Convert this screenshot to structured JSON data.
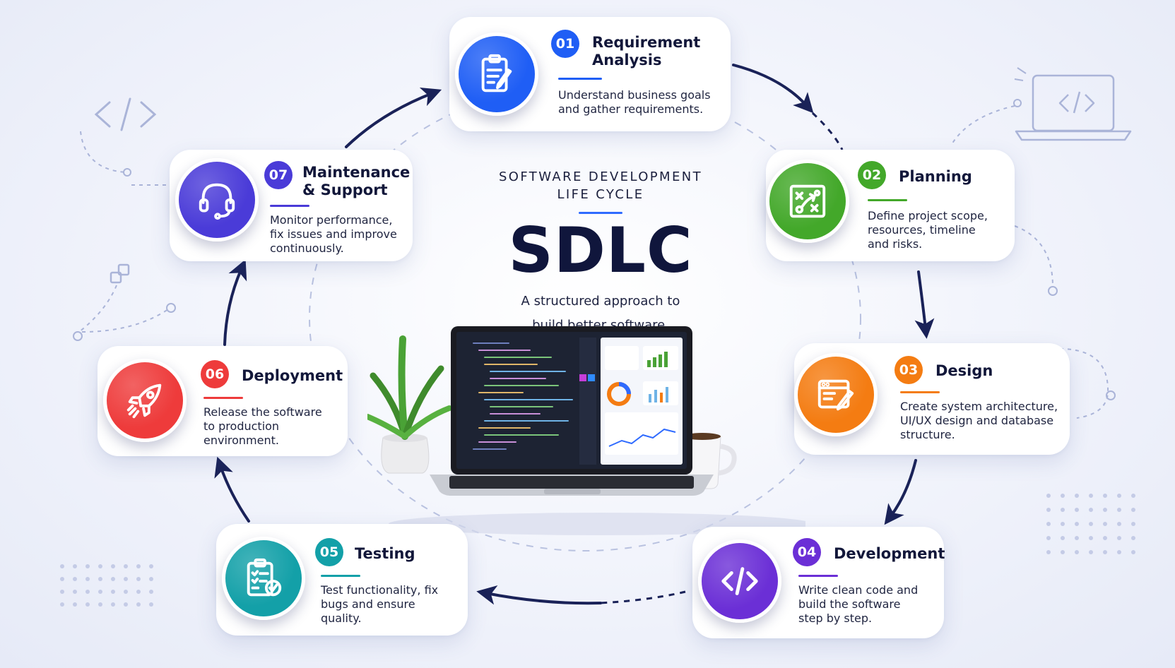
{
  "center": {
    "kicker_line1": "SOFTWARE DEVELOPMENT",
    "kicker_line2": "LIFE CYCLE",
    "title": "SDLC",
    "tagline_line1": "A structured approach to",
    "tagline_line2": "build better software."
  },
  "colors": {
    "accent": "#2f6bff",
    "arrow": "#1a2258",
    "dash": "#9aa6cc"
  },
  "stages": [
    {
      "number": "01",
      "title": "Requirement\nAnalysis",
      "description": "Understand business goals\nand gather requirements.",
      "icon": "clipboard-pencil-icon",
      "color": "#1f5ef5"
    },
    {
      "number": "02",
      "title": "Planning",
      "description": "Define project scope,\nresources, timeline\nand risks.",
      "icon": "strategy-board-icon",
      "color": "#43a82a"
    },
    {
      "number": "03",
      "title": "Design",
      "description": "Create system architecture,\nUI/UX design and database\nstructure.",
      "icon": "browser-pen-icon",
      "color": "#f47c12"
    },
    {
      "number": "04",
      "title": "Development",
      "description": "Write clean code and\nbuild the software\nstep by step.",
      "icon": "code-brackets-icon",
      "color": "#6b2fd6"
    },
    {
      "number": "05",
      "title": "Testing",
      "description": "Test functionality, fix\nbugs and ensure\nquality.",
      "icon": "checklist-icon",
      "color": "#13a0a8"
    },
    {
      "number": "06",
      "title": "Deployment",
      "description": "Release the software\nto production\nenvironment.",
      "icon": "rocket-icon",
      "color": "#ee3b3b"
    },
    {
      "number": "07",
      "title": "Maintenance\n& Support",
      "description": "Monitor performance,\nfix issues and improve\ncontinuously.",
      "icon": "headset-icon",
      "color": "#4a3bd8"
    }
  ]
}
